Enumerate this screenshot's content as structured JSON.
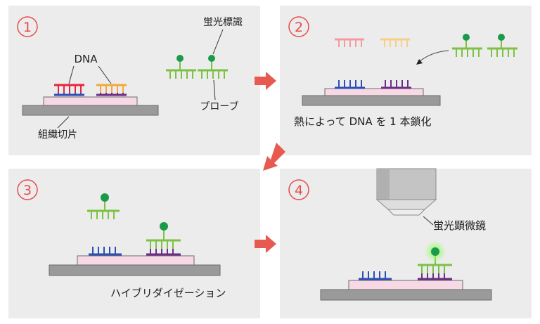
{
  "panels": [
    {
      "step_number": "1",
      "labels": {
        "dna": "DNA",
        "fluorescent_label": "蛍光標識",
        "probe": "プローブ",
        "tissue_section": "組織切片"
      }
    },
    {
      "step_number": "2",
      "caption": "熱によって DNA を 1 本鎖化"
    },
    {
      "step_number": "3",
      "caption": "ハイブリダイゼーション"
    },
    {
      "step_number": "4",
      "caption": "蛍光顕微鏡"
    }
  ],
  "colors": {
    "panel_bg": "#ececec",
    "step_circle": "#e84a4a",
    "arrow": "#e65a50",
    "slide": "#9a9a9a",
    "tissue": "#f7d9e6",
    "strand_red": "#e8243c",
    "strand_blue": "#2b4fb5",
    "strand_orange": "#f3a83a",
    "strand_purple": "#6b2d86",
    "probe_green": "#7cc242",
    "fluor_green": "#1a9a4a",
    "pale_red": "#f29ba0",
    "pale_orange": "#f6cf88",
    "microscope": "#cfcfcf"
  }
}
